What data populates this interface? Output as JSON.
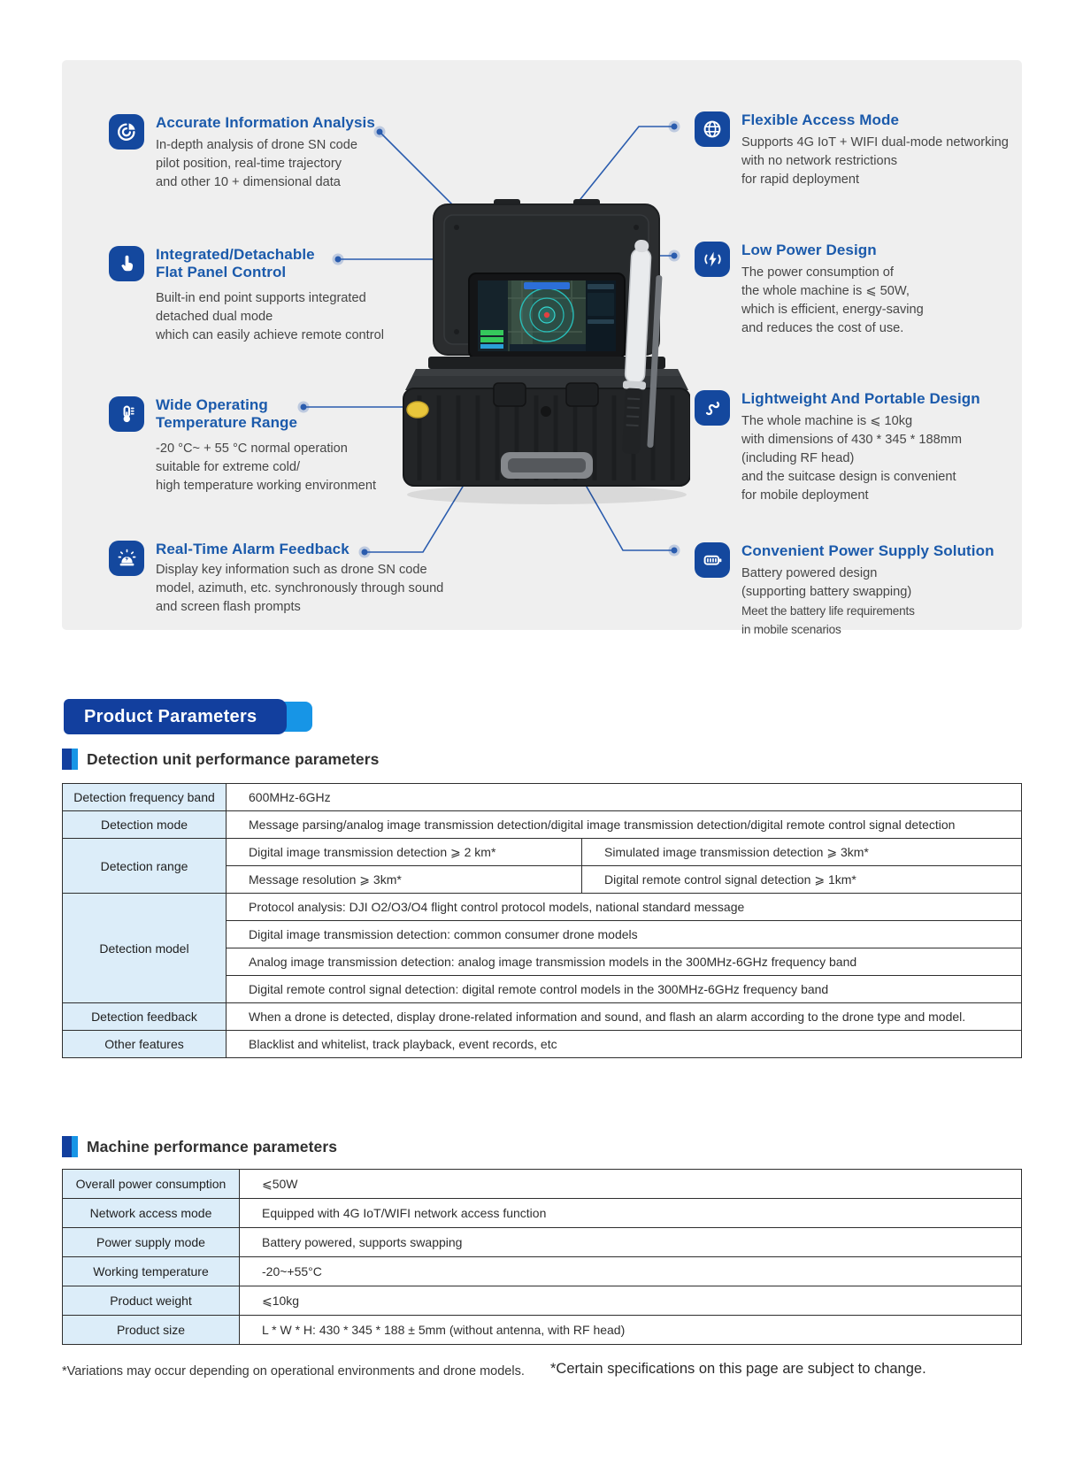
{
  "page": {
    "banner": "Product Parameters",
    "footnote_left": "*Variations may occur depending on operational environments and drone models.",
    "footnote_right": "*Certain specifications on this page are subject to change."
  },
  "colors": {
    "accent_dark_blue": "#123f9e",
    "accent_light_blue": "#1795e6",
    "feature_title_blue": "#1b5aab",
    "icon_badge_blue": "#14489e",
    "connector_blue": "#2a5cae",
    "table_header_bg": "#dcedf9",
    "hero_bg": "#efefef"
  },
  "hero": {
    "icons_left": [
      "analysis-pie-icon",
      "touch-control-icon",
      "thermometer-icon",
      "alarm-icon"
    ],
    "icons_right": [
      "globe-icon",
      "low-power-icon",
      "lightweight-icon",
      "battery-icon"
    ],
    "left": [
      {
        "title": [
          "Accurate Information Analysis"
        ],
        "lines": [
          "In-depth analysis of drone SN code",
          "pilot position, real-time trajectory",
          "and other 10 + dimensional data"
        ]
      },
      {
        "title": [
          "Integrated/Detachable",
          "Flat Panel Control"
        ],
        "lines": [
          "Built-in end point supports integrated",
          "detached dual mode",
          "which can easily achieve remote control"
        ]
      },
      {
        "title": [
          "Wide Operating",
          "Temperature Range"
        ],
        "lines": [
          "-20 °C~ + 55 °C normal operation",
          "suitable for extreme cold/",
          "high temperature working environment"
        ]
      },
      {
        "title": [
          "Real-Time Alarm Feedback"
        ],
        "lines": [
          "Display key information such as drone SN code",
          "model, azimuth, etc. synchronously through sound",
          "and screen flash prompts"
        ]
      }
    ],
    "right": [
      {
        "title": [
          "Flexible Access Mode"
        ],
        "lines": [
          "Supports 4G IoT + WIFI dual-mode networking",
          "with no network restrictions",
          "for rapid deployment"
        ]
      },
      {
        "title": [
          "Low Power Design"
        ],
        "lines": [
          "The power consumption of",
          "the whole machine is ⩽ 50W,",
          "which is efficient, energy-saving",
          "and reduces the cost of use."
        ]
      },
      {
        "title": [
          "Lightweight And Portable Design"
        ],
        "lines": [
          "The whole machine is ⩽ 10kg",
          "with dimensions of 430 * 345 * 188mm",
          "(including RF head)",
          "and the suitcase design is convenient",
          "for mobile deployment"
        ]
      },
      {
        "title": [
          "Convenient Power Supply Solution"
        ],
        "lines": [
          "Battery powered design",
          "(supporting battery swapping)",
          "Meet the battery life requirements",
          "in mobile scenarios"
        ]
      }
    ]
  },
  "tables": {
    "detection": {
      "heading": "Detection unit performance parameters",
      "freq": {
        "label": "Detection frequency band",
        "value": "600MHz-6GHz"
      },
      "mode": {
        "label": "Detection mode",
        "value": "Message parsing/analog image transmission detection/digital image transmission detection/digital remote control signal detection"
      },
      "range": {
        "label": "Detection range",
        "cells": [
          "Digital image transmission detection ⩾ 2 km*",
          "Simulated image transmission detection ⩾ 3km*",
          "Message resolution ⩾ 3km*",
          "Digital remote control signal detection ⩾ 1km*"
        ]
      },
      "model": {
        "label": "Detection model",
        "cells": [
          "Protocol analysis: DJI O2/O3/O4 flight control protocol models, national standard message",
          "Digital image transmission detection: common consumer drone models",
          "Analog image transmission detection: analog image transmission models in the 300MHz-6GHz frequency band",
          "Digital remote control signal detection: digital remote control models in the 300MHz-6GHz frequency band"
        ]
      },
      "feedback": {
        "label": "Detection feedback",
        "value": "When a drone is detected, display drone-related information and sound, and flash an alarm according to the drone type and model."
      },
      "other": {
        "label": "Other features",
        "value": "Blacklist and whitelist, track playback, event records, etc"
      }
    },
    "machine": {
      "heading": "Machine performance parameters",
      "rows": [
        {
          "label": "Overall power consumption",
          "value": "⩽50W"
        },
        {
          "label": "Network access mode",
          "value": "Equipped with 4G IoT/WIFI network access function"
        },
        {
          "label": "Power supply mode",
          "value": "Battery powered, supports swapping"
        },
        {
          "label": "Working temperature",
          "value": "-20~+55°C"
        },
        {
          "label": "Product weight",
          "value": "⩽10kg"
        },
        {
          "label": "Product size",
          "value": "L * W * H: 430 * 345 * 188 ± 5mm (without antenna, with RF head)"
        }
      ]
    }
  }
}
